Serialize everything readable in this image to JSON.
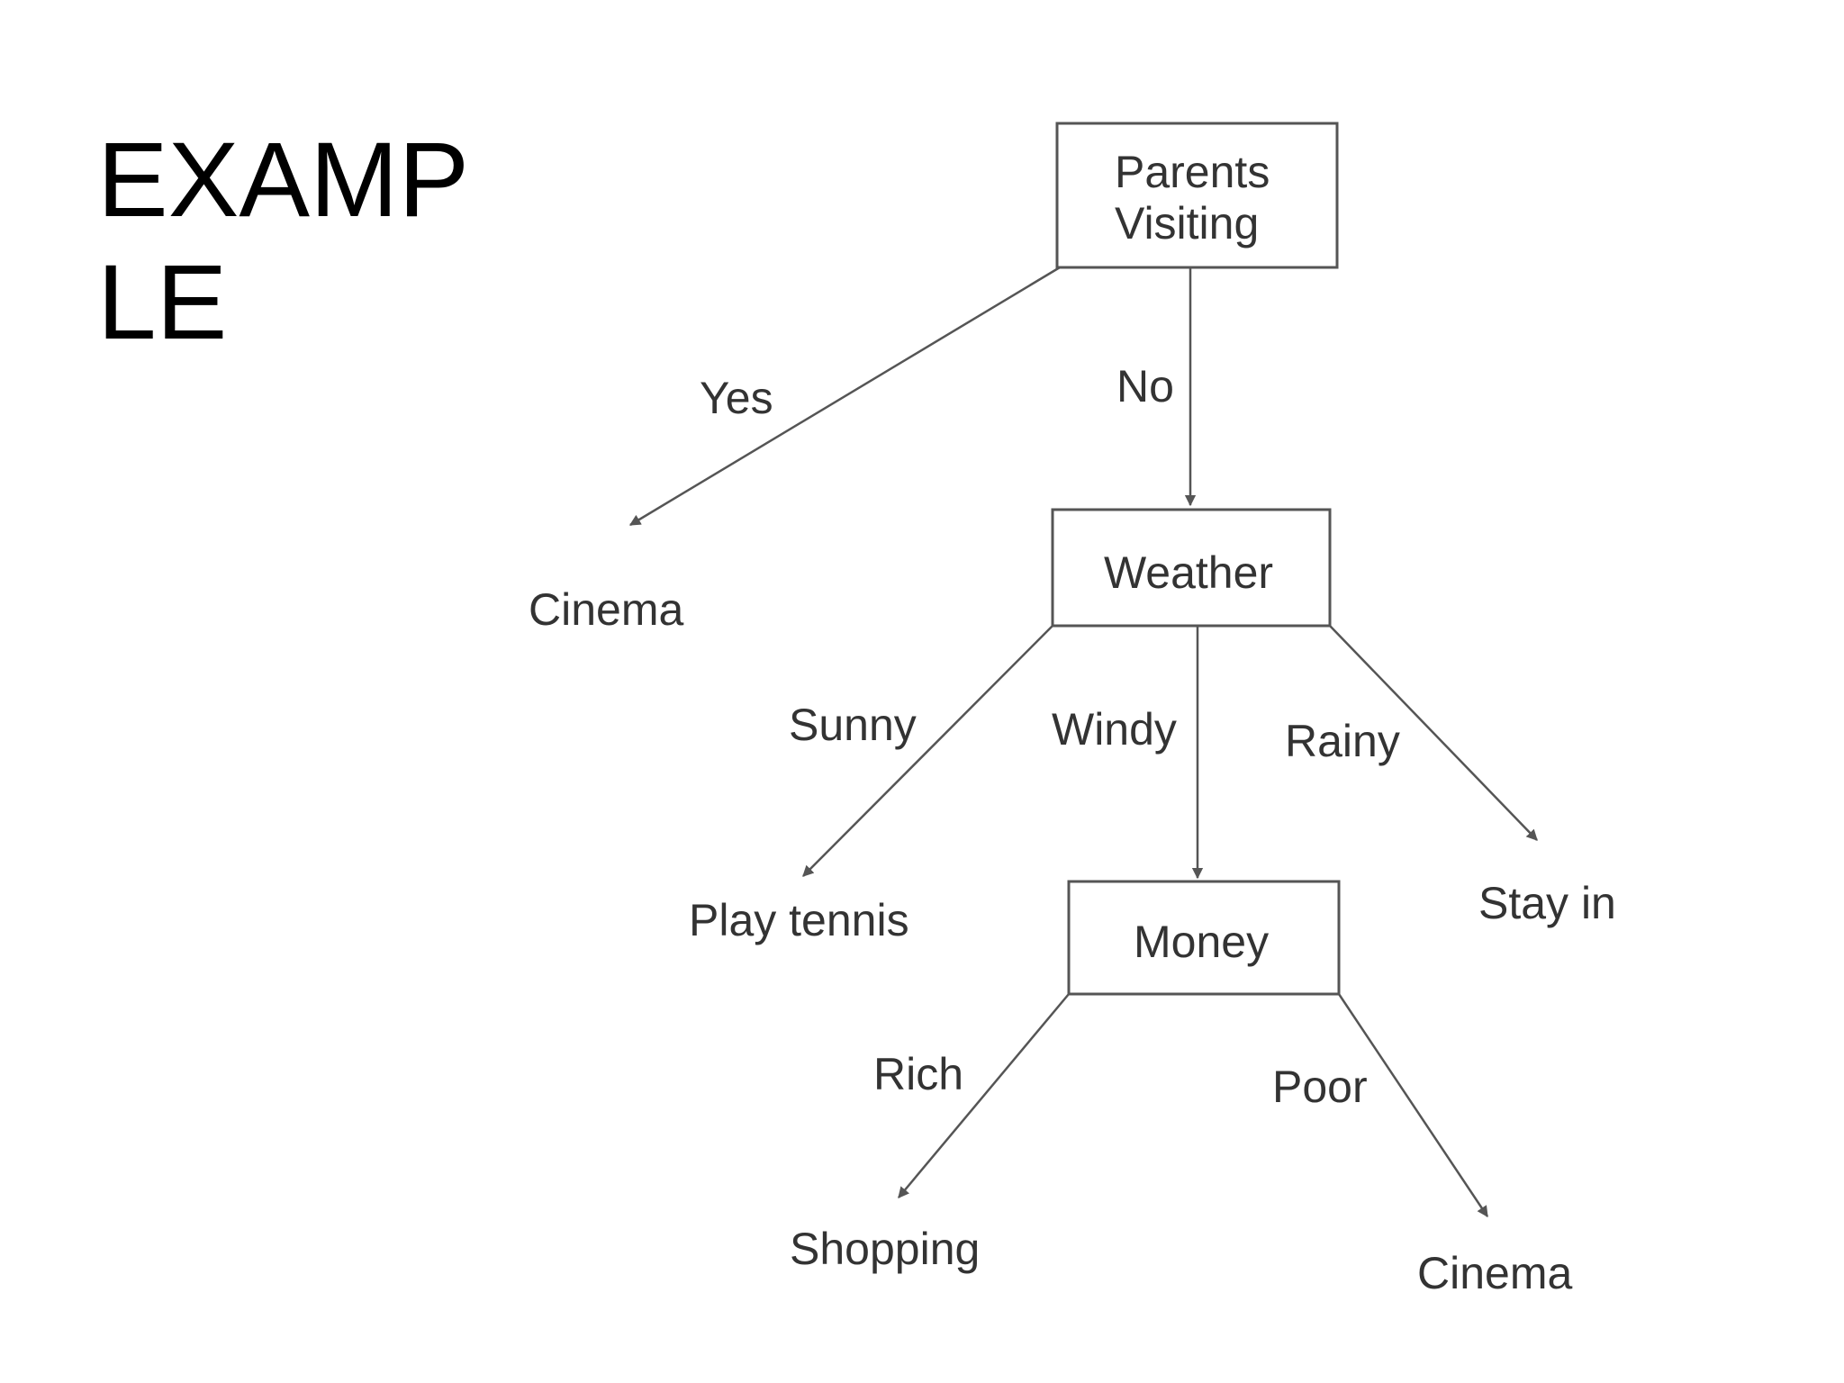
{
  "slide": {
    "title_line1": "EXAMP",
    "title_line2": "LE"
  },
  "tree": {
    "root": {
      "line1": "Parents",
      "line2": "Visiting"
    },
    "weather": "Weather",
    "money": "Money",
    "leaves": {
      "cinema_top": "Cinema",
      "play_tennis": "Play tennis",
      "stay_in": "Stay in",
      "shopping": "Shopping",
      "cinema_bottom": "Cinema"
    },
    "edges": {
      "yes": "Yes",
      "no": "No",
      "sunny": "Sunny",
      "windy": "Windy",
      "rainy": "Rainy",
      "rich": "Rich",
      "poor": "Poor"
    }
  },
  "colors": {
    "line": "#555555",
    "text": "#333333",
    "title": "#000000",
    "background": "#ffffff"
  }
}
